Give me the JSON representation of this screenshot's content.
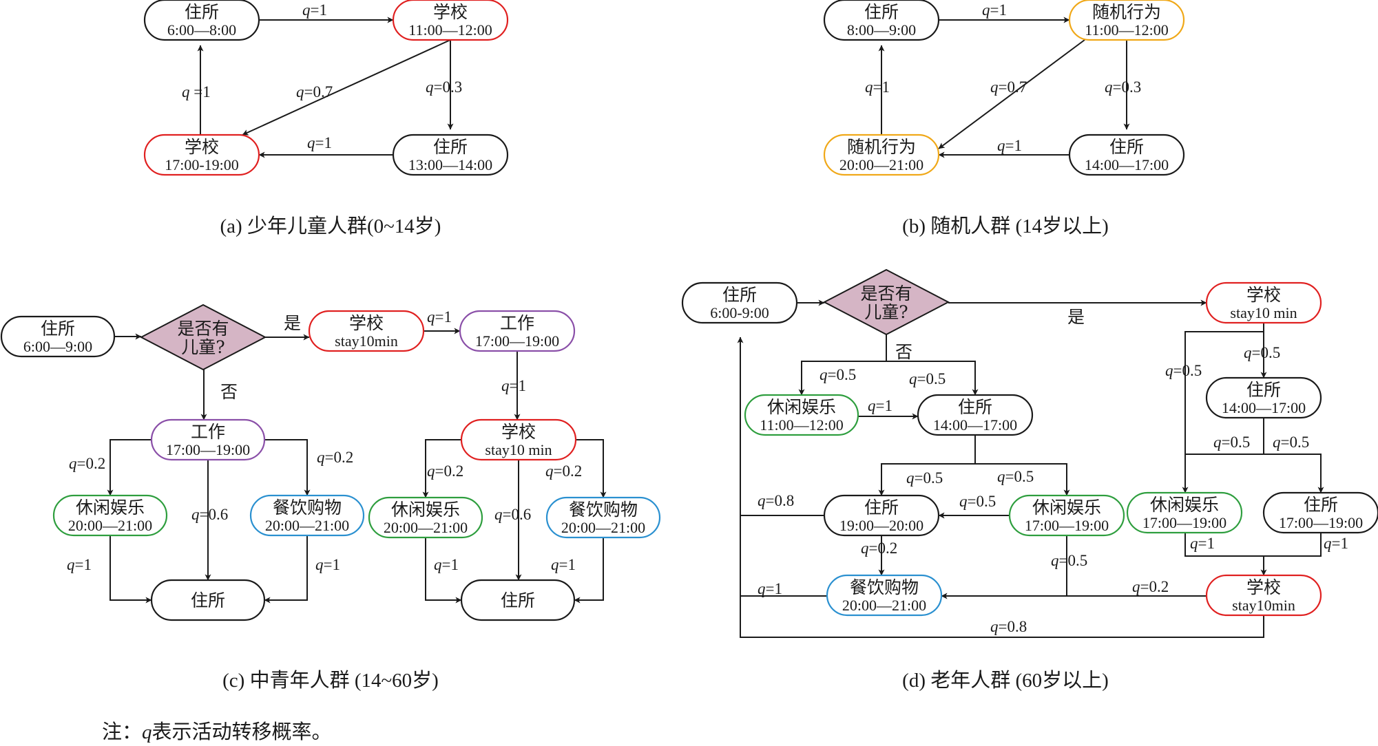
{
  "colors": {
    "black": "#1a1a1a",
    "red": "#e02020",
    "orange": "#f0a818",
    "purple": "#8a4fa8",
    "green": "#2e9e3e",
    "blue": "#2a90d0",
    "diamond_fill": "#d5b5c5"
  },
  "captions": {
    "a": "(a) 少年儿童人群(0~14岁)",
    "b": "(b) 随机人群 (14岁以上)",
    "c": "(c) 中青年人群 (14~60岁)",
    "d": "(d) 老年人群 (60岁以上)"
  },
  "note": {
    "prefix": "注：",
    "q": "q",
    "text": "表示活动转移概率。"
  },
  "panels": {
    "a": {
      "nodes": {
        "home1": {
          "t1": "住所",
          "t2": "6:00—8:00",
          "color": "black"
        },
        "school1": {
          "t1": "学校",
          "t2": "11:00—12:00",
          "color": "red"
        },
        "home2": {
          "t1": "住所",
          "t2": "13:00—14:00",
          "color": "black"
        },
        "school2": {
          "t1": "学校",
          "t2": "17:00-19:00",
          "color": "red"
        }
      },
      "edges": {
        "e1": {
          "var": "q",
          "rest": "=1"
        },
        "e2": {
          "var": "q",
          "rest": "=0.7"
        },
        "e3": {
          "var": "q",
          "rest": "=0.3"
        },
        "e4": {
          "var": "q",
          "rest": "=1"
        },
        "e5": {
          "var": "q",
          "rest": " =1"
        }
      }
    },
    "b": {
      "nodes": {
        "home1": {
          "t1": "住所",
          "t2": "8:00—9:00",
          "color": "black"
        },
        "random1": {
          "t1": "随机行为",
          "t2": "11:00—12:00",
          "color": "orange"
        },
        "home2": {
          "t1": "住所",
          "t2": "14:00—17:00",
          "color": "black"
        },
        "random2": {
          "t1": "随机行为",
          "t2": "20:00—21:00",
          "color": "orange"
        }
      },
      "edges": {
        "e1": {
          "var": "q",
          "rest": "=1"
        },
        "e2": {
          "var": "q",
          "rest": "=0.7"
        },
        "e3": {
          "var": "q",
          "rest": "=0.3"
        },
        "e4": {
          "var": "q",
          "rest": "=1"
        },
        "e5": {
          "var": "q",
          "rest": "=1"
        }
      }
    },
    "c": {
      "nodes": {
        "home": {
          "t1": "住所",
          "t2": "6:00—9:00",
          "color": "black"
        },
        "decision": {
          "t1": "是否有",
          "t2": "儿童?"
        },
        "school1": {
          "t1": "学校",
          "t2": "stay10min",
          "color": "red"
        },
        "work1": {
          "t1": "工作",
          "t2": "17:00—19:00",
          "color": "purple"
        },
        "work2": {
          "t1": "工作",
          "t2": "17:00—19:00",
          "color": "purple"
        },
        "leisure1": {
          "t1": "休闲娱乐",
          "t2": "20:00—21:00",
          "color": "green"
        },
        "dining1": {
          "t1": "餐饮购物",
          "t2": "20:00—21:00",
          "color": "blue"
        },
        "end1": {
          "t1": "住所",
          "color": "black"
        },
        "school2": {
          "t1": "学校",
          "t2": "stay10 min",
          "color": "red"
        },
        "leisure2": {
          "t1": "休闲娱乐",
          "t2": "20:00—21:00",
          "color": "green"
        },
        "dining2": {
          "t1": "餐饮购物",
          "t2": "20:00—21:00",
          "color": "blue"
        },
        "end2": {
          "t1": "住所",
          "color": "black"
        }
      },
      "labels": {
        "yes": "是",
        "no": "否"
      },
      "edges": {
        "s_w": {
          "var": "q",
          "rest": "=1"
        },
        "w_s": {
          "var": "q",
          "rest": "=1"
        },
        "w_l": {
          "var": "q",
          "rest": "=0.2"
        },
        "w_e": {
          "var": "q",
          "rest": "=0.6"
        },
        "w_d": {
          "var": "q",
          "rest": "=0.2"
        },
        "l_e": {
          "var": "q",
          "rest": "=1"
        },
        "d_e": {
          "var": "q",
          "rest": "=1"
        },
        "s2_l": {
          "var": "q",
          "rest": "=0.2"
        },
        "s2_e": {
          "var": "q",
          "rest": "=0.6"
        },
        "s2_d": {
          "var": "q",
          "rest": "=0.2"
        },
        "l2_e": {
          "var": "q",
          "rest": "=1"
        },
        "d2_e": {
          "var": "q",
          "rest": "=1"
        }
      }
    },
    "d": {
      "nodes": {
        "home0": {
          "t1": "住所",
          "t2": "6:00-9:00",
          "color": "black"
        },
        "decision": {
          "t1": "是否有",
          "t2": "儿童?"
        },
        "school1": {
          "t1": "学校",
          "t2": "stay10 min",
          "color": "red"
        },
        "leisureA": {
          "t1": "休闲娱乐",
          "t2": "11:00—12:00",
          "color": "green"
        },
        "homeA": {
          "t1": "住所",
          "t2": "14:00—17:00",
          "color": "black"
        },
        "homeB": {
          "t1": "住所",
          "t2": "19:00—20:00",
          "color": "black"
        },
        "leisureB": {
          "t1": "休闲娱乐",
          "t2": "17:00—19:00",
          "color": "green"
        },
        "dining": {
          "t1": "餐饮购物",
          "t2": "20:00—21:00",
          "color": "blue"
        },
        "homeC": {
          "t1": "住所",
          "t2": "14:00—17:00",
          "color": "black"
        },
        "leisureC": {
          "t1": "休闲娱乐",
          "t2": "17:00—19:00",
          "color": "green"
        },
        "homeD": {
          "t1": "住所",
          "t2": "17:00—19:00",
          "color": "black"
        },
        "school2": {
          "t1": "学校",
          "t2": "stay10min",
          "color": "red"
        }
      },
      "labels": {
        "yes": "是",
        "no": "否"
      },
      "edges": {
        "no_l": {
          "var": "q",
          "rest": "=0.5"
        },
        "no_h": {
          "var": "q",
          "rest": "=0.5"
        },
        "l_h": {
          "var": "q",
          "rest": "=1"
        },
        "h_hB": {
          "var": "q",
          "rest": "=0.5"
        },
        "h_lB": {
          "var": "q",
          "rest": "=0.5"
        },
        "lB_hB": {
          "var": "q",
          "rest": "=0.5"
        },
        "hB_home": {
          "var": "q",
          "rest": "=0.8"
        },
        "hB_d": {
          "var": "q",
          "rest": "=0.2"
        },
        "lB_d": {
          "var": "q",
          "rest": "=0.5"
        },
        "d_home": {
          "var": "q",
          "rest": "=1"
        },
        "s_hC": {
          "var": "q",
          "rest": "=0.5"
        },
        "s_lC": {
          "var": "q",
          "rest": "=0.5"
        },
        "hC_lC": {
          "var": "q",
          "rest": "=0.5"
        },
        "hC_hD": {
          "var": "q",
          "rest": "=0.5"
        },
        "lC_s2": {
          "var": "q",
          "rest": "=1"
        },
        "hD_s2": {
          "var": "q",
          "rest": "=1"
        },
        "s2_d": {
          "var": "q",
          "rest": "=0.2"
        },
        "s2_home": {
          "var": "q",
          "rest": "=0.8"
        }
      }
    }
  }
}
